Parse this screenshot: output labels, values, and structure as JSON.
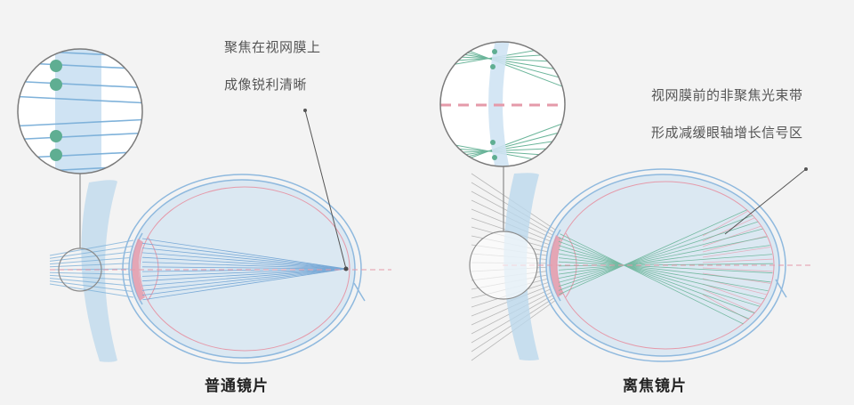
{
  "left": {
    "note_line1": "聚焦在视网膜上",
    "note_line2": "成像锐利清晰",
    "caption": "普通镜片"
  },
  "right": {
    "note_line1": "视网膜前的非聚焦光束带",
    "note_line2": "形成减缓眼轴增长信号区",
    "caption": "离焦镜片"
  },
  "colors": {
    "eye_outline": "#8fb9de",
    "eye_fill": "#dbe8f2",
    "focus_ray": "#6fa3d4",
    "defocus_ray": "#6bb59a",
    "signal_ray": "#e6a9b8",
    "lens_pink": "#e59aaa",
    "dot_green": "#5fae92"
  }
}
